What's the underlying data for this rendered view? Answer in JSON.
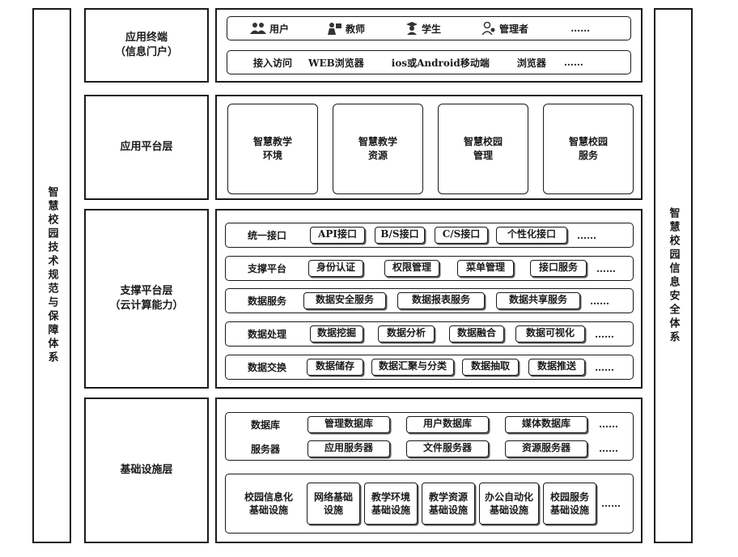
{
  "left_pillar": "智慧校园技术规范与保障体系",
  "right_pillar": "智慧校园信息安全体系",
  "layers": {
    "terminal": {
      "label_line1": "应用终端",
      "label_line2": "（信息门户）",
      "users": [
        {
          "label": "用户",
          "icon": "users-icon"
        },
        {
          "label": "教师",
          "icon": "teacher-icon"
        },
        {
          "label": "学生",
          "icon": "student-icon"
        },
        {
          "label": "管理者",
          "icon": "manager-icon"
        }
      ],
      "users_more": "……",
      "access_label": "接入访问",
      "access_items": [
        "WEB浏览器",
        "ios或Android移动端",
        "浏览器"
      ],
      "access_more": "……"
    },
    "app_platform": {
      "label": "应用平台层",
      "modules": [
        {
          "line1": "智慧教学",
          "line2": "环境"
        },
        {
          "line1": "智慧教学",
          "line2": "资源"
        },
        {
          "line1": "智慧校园",
          "line2": "管理"
        },
        {
          "line1": "智慧校园",
          "line2": "服务"
        }
      ]
    },
    "support": {
      "label_line1": "支撑平台层",
      "label_line2": "（云计算能力）",
      "rows": [
        {
          "label": "统一接口",
          "items": [
            "API接口",
            "B/S接口",
            "C/S接口",
            "个性化接口"
          ],
          "more": "……"
        },
        {
          "label": "支撑平台",
          "items": [
            "身份认证",
            "权限管理",
            "菜单管理",
            "接口服务"
          ],
          "more": "……"
        },
        {
          "label": "数据服务",
          "items": [
            "数据安全服务",
            "数据报表服务",
            "数据共享服务"
          ],
          "more": "……"
        },
        {
          "label": "数据处理",
          "items": [
            "数据挖掘",
            "数据分析",
            "数据融合",
            "数据可视化"
          ],
          "more": "……"
        },
        {
          "label": "数据交换",
          "items": [
            "数据储存",
            "数据汇聚与分类",
            "数据抽取",
            "数据推送"
          ],
          "more": "……"
        }
      ]
    },
    "infra": {
      "label": "基础设施层",
      "db_label": "数据库",
      "db_items": [
        "管理数据库",
        "用户数据库",
        "媒体数据库"
      ],
      "db_more": "……",
      "server_label": "服务器",
      "server_items": [
        "应用服务器",
        "文件服务器",
        "资源服务器"
      ],
      "server_more": "……",
      "campus_label_line1": "校园信息化",
      "campus_label_line2": "基础设施",
      "campus_items": [
        {
          "line1": "网络基础",
          "line2": "设施"
        },
        {
          "line1": "教学环境",
          "line2": "基础设施"
        },
        {
          "line1": "教学资源",
          "line2": "基础设施"
        },
        {
          "line1": "办公自动化",
          "line2": "基础设施"
        },
        {
          "line1": "校园服务",
          "line2": "基础设施"
        }
      ],
      "campus_more": "……"
    }
  }
}
